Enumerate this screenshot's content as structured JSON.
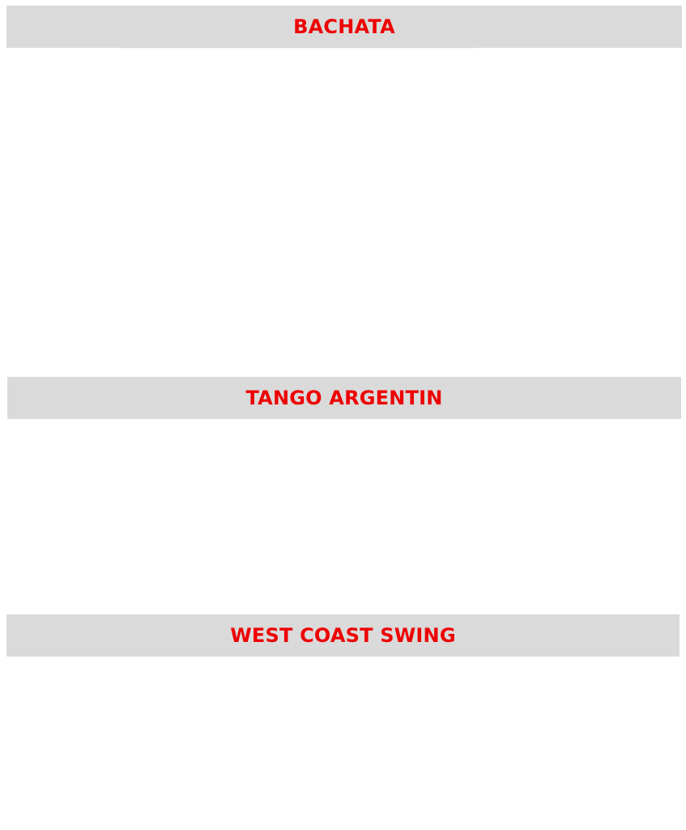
{
  "sections": [
    {
      "title": "BACHATA"
    },
    {
      "title": "TANGO ARGENTIN"
    },
    {
      "title": "WEST COAST SWING"
    }
  ],
  "colors": {
    "header_background": "#dadada",
    "header_text": "#ee0000",
    "page_background": "#ffffff"
  }
}
